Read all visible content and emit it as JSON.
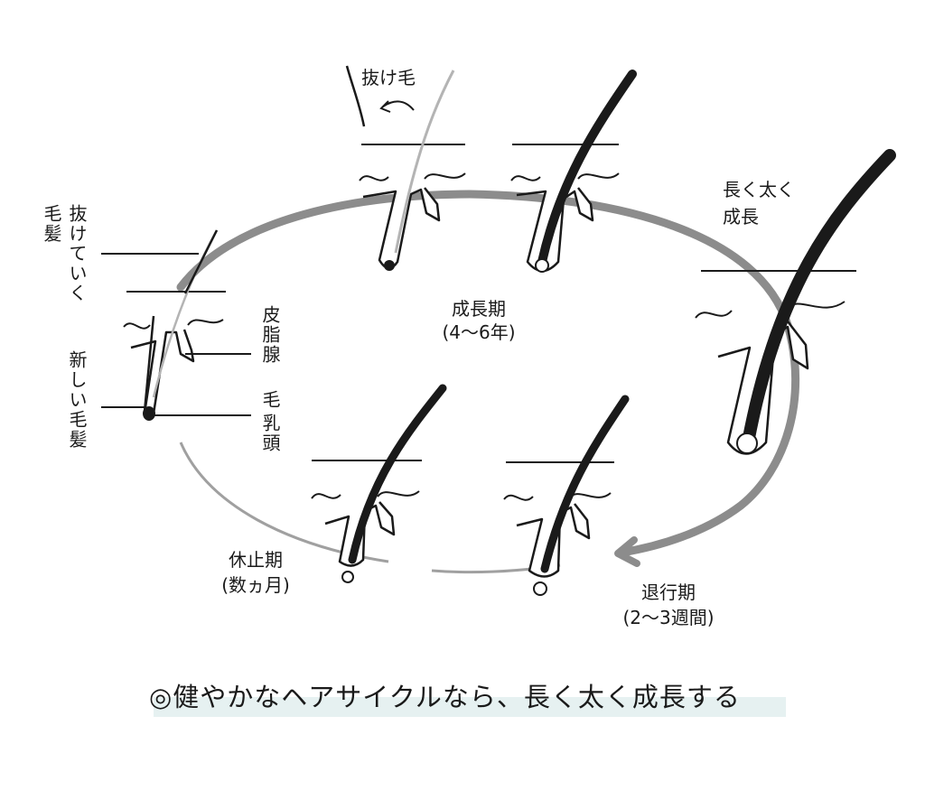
{
  "labels": {
    "shed_hair": "抜け毛",
    "long_thick": "長く太く",
    "grow": "成長",
    "anagen": "成長期",
    "anagen_period": "(4〜6年)",
    "catagen": "退行期",
    "catagen_period": "(2〜3週間)",
    "telogen": "休止期",
    "telogen_period": "(数ヵ月)",
    "sebaceous_gland": "皮脂腺",
    "papilla_1": "毛",
    "papilla_2": "乳頭",
    "falling_hair_1": "抜けていく",
    "falling_hair_2": "毛髪",
    "new_hair_1": "新しい毛髪"
  },
  "caption": "◎健やかなヘアサイクルなら、長く太く成長する",
  "colors": {
    "ink": "#1a1a1a",
    "cycle_arrow": "#8c8c8c",
    "old_hair": "#b4b4b4",
    "caption_band": "#e6f1f1"
  }
}
